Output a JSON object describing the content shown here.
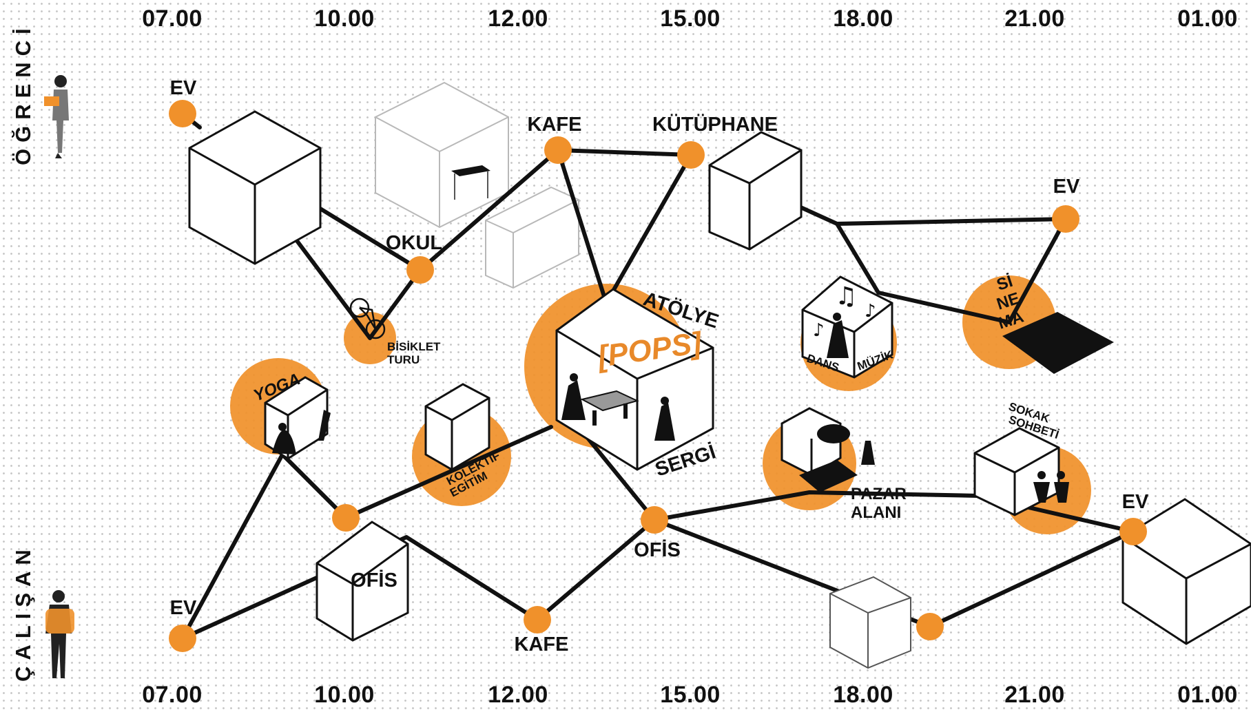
{
  "time_axis": {
    "ticks": [
      "07.00",
      "10.00",
      "12.00",
      "15.00",
      "18.00",
      "21.00",
      "01.00"
    ]
  },
  "rows": {
    "top": "ÖĞRENCİ",
    "bottom": "ÇALIŞAN"
  },
  "places": {
    "ev_student_start": "EV",
    "okul": "OKUL",
    "kafe_student": "KAFE",
    "kutuphane": "KÜTÜPHANE",
    "ev_student_end": "EV",
    "bisiklet_1": "BİSİKLET",
    "bisiklet_2": "TURU",
    "sinema_1": "Sİ",
    "sinema_2": "NE",
    "sinema_3": "MA",
    "atolye": "ATÖLYE",
    "sergi": "SERGİ",
    "pops": "[POPS]",
    "dans": "DANS",
    "muzik": "MÜZİK",
    "yoga": "YOGA",
    "kolektif_1": "KOLEKTİF",
    "kolektif_2": "EGİTİM",
    "pazar_1": "PAZAR",
    "pazar_2": "ALANI",
    "sokak_1": "SOKAK",
    "sokak_2": "SOHBETİ",
    "ev_worker_start": "EV",
    "ofis_box": "OFİS",
    "kafe_worker": "KAFE",
    "ofis_worker": "OFİS",
    "ev_worker_end": "EV"
  },
  "colors": {
    "accent": "#f0912b",
    "line": "#111111",
    "background": "#ffffff"
  },
  "icons": [
    "student-figure-icon",
    "worker-figure-icon",
    "bicycle-icon",
    "music-notes-icon",
    "table-icon"
  ]
}
